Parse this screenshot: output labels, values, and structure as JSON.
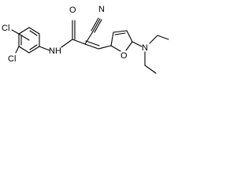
{
  "molecule": {
    "labels": {
      "cl_upper": "Cl",
      "cl_lower": "Cl",
      "nh": "NH",
      "o": "O",
      "n_nitrile": "N",
      "o_furan": "O",
      "n_amine": "N"
    },
    "colors": {
      "bond": "#000000",
      "text": "#000000",
      "background": "#ffffff"
    }
  }
}
